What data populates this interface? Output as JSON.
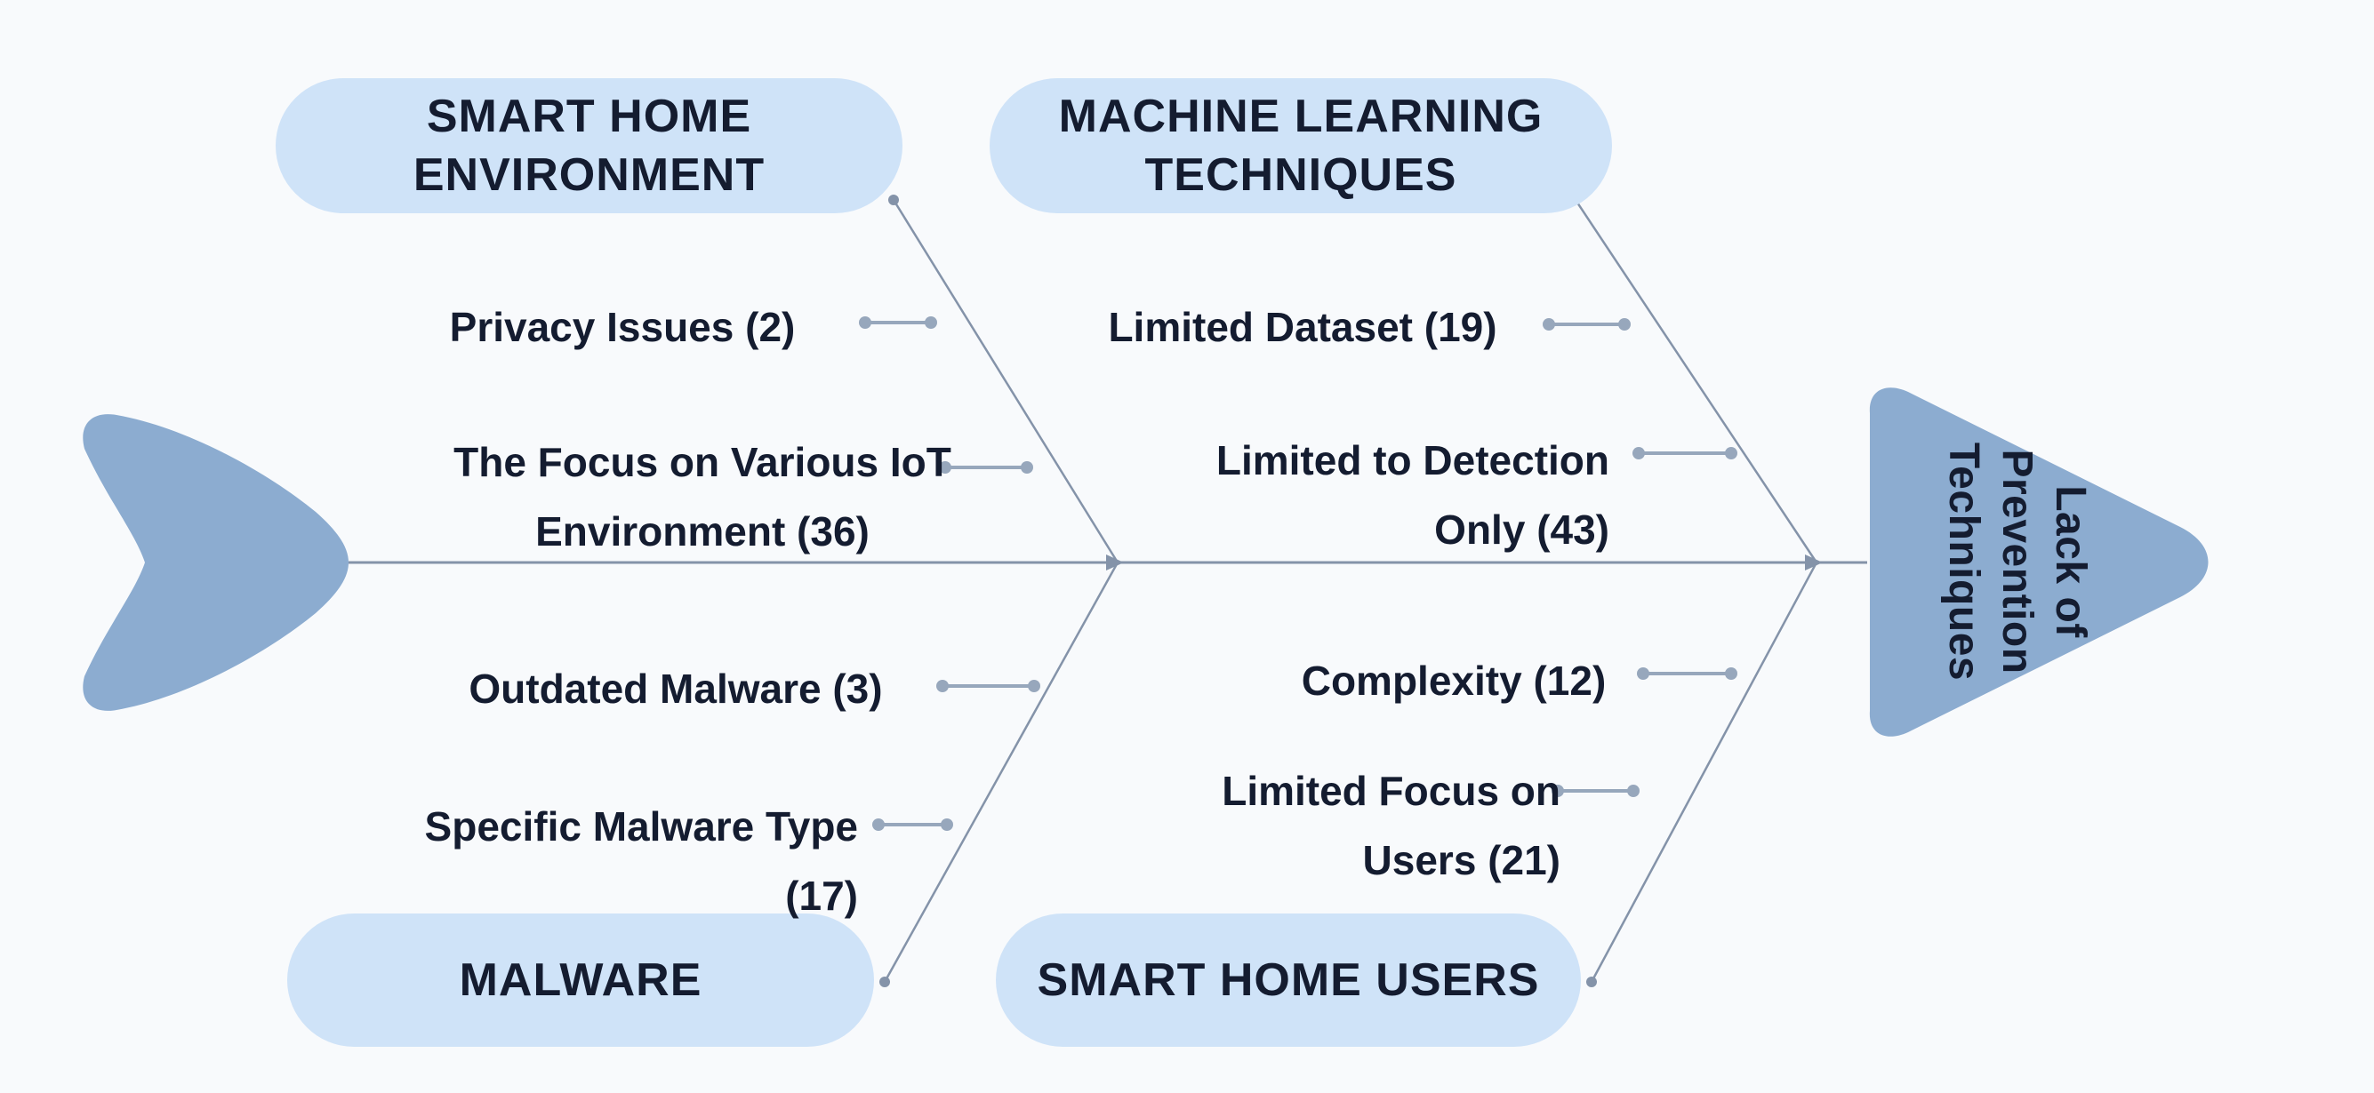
{
  "diagram": {
    "type": "fishbone",
    "effect": {
      "label": "Lack of Prevention Techniques",
      "lines": [
        "Lack of",
        "Prevention",
        "Techniques"
      ]
    },
    "categories": [
      {
        "id": "smart-home-environment",
        "label": "SMART HOME ENVIRONMENT",
        "lines": [
          "SMART HOME",
          "ENVIRONMENT"
        ],
        "position": "top-left",
        "causes": [
          {
            "label": "Privacy Issues",
            "count": 2,
            "lines": [
              "Privacy Issues (2)"
            ]
          },
          {
            "label": "The Focus on Various IoT Environment",
            "count": 36,
            "lines": [
              "The Focus on Various IoT",
              "Environment (36)"
            ]
          }
        ]
      },
      {
        "id": "machine-learning-techniques",
        "label": "MACHINE LEARNING TECHNIQUES",
        "lines": [
          "MACHINE LEARNING",
          "TECHNIQUES"
        ],
        "position": "top-right",
        "causes": [
          {
            "label": "Limited Dataset",
            "count": 19,
            "lines": [
              "Limited Dataset (19)"
            ]
          },
          {
            "label": "Limited to Detection Only",
            "count": 43,
            "lines": [
              "Limited to Detection",
              "Only (43)"
            ]
          }
        ]
      },
      {
        "id": "malware",
        "label": "MALWARE",
        "lines": [
          "MALWARE"
        ],
        "position": "bottom-left",
        "causes": [
          {
            "label": "Outdated Malware",
            "count": 3,
            "lines": [
              "Outdated Malware (3)"
            ]
          },
          {
            "label": "Specific Malware Type",
            "count": 17,
            "lines": [
              "Specific Malware Type",
              "(17)"
            ]
          }
        ]
      },
      {
        "id": "smart-home-users",
        "label": "SMART HOME USERS",
        "lines": [
          "SMART HOME USERS"
        ],
        "position": "bottom-right",
        "causes": [
          {
            "label": "Complexity",
            "count": 12,
            "lines": [
              "Complexity (12)"
            ]
          },
          {
            "label": "Limited Focus on Users",
            "count": 21,
            "lines": [
              "Limited Focus on",
              "Users (21)"
            ]
          }
        ]
      }
    ],
    "colors": {
      "bg": "#f8fafc",
      "pill": "#cfe3f8",
      "ink": "#141c30",
      "shape": "#8cacd0",
      "line": "#8493a9",
      "connector": "#97a7bc"
    }
  }
}
